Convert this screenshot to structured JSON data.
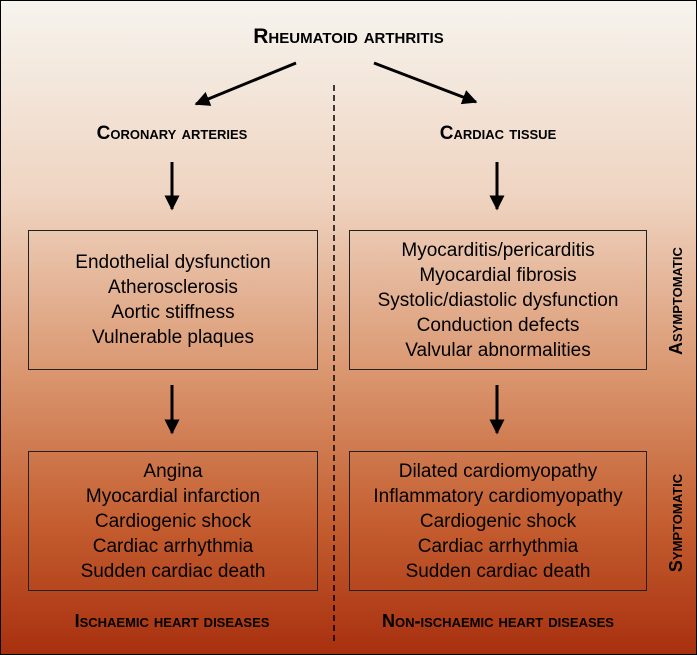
{
  "title": "Rheumatoid arthritis",
  "left": {
    "heading": "Coronary arteries",
    "asymptomatic_items": [
      "Endothelial dysfunction",
      "Atherosclerosis",
      "Aortic stiffness",
      "Vulnerable plaques"
    ],
    "symptomatic_items": [
      "Angina",
      "Myocardial infarction",
      "Cardiogenic shock",
      "Cardiac arrhythmia",
      "Sudden cardiac death"
    ],
    "footer": "Ischaemic heart diseases"
  },
  "right": {
    "heading": "Cardiac tissue",
    "asymptomatic_items": [
      "Myocarditis/pericarditis",
      "Myocardial fibrosis",
      "Systolic/diastolic dysfunction",
      "Conduction defects",
      "Valvular abnormalities"
    ],
    "symptomatic_items": [
      "Dilated cardiomyopathy",
      "Inflammatory cardiomyopathy",
      "Cardiogenic shock",
      "Cardiac arrhythmia",
      "Sudden cardiac death"
    ],
    "footer": "Non-ischaemic heart diseases"
  },
  "side_labels": {
    "asymptomatic": "Asymptomatic",
    "symptomatic": "Symptomatic"
  },
  "colors": {
    "background_top": "#f6f4ee",
    "background_bottom": "#a8300f",
    "line": "#000000"
  }
}
